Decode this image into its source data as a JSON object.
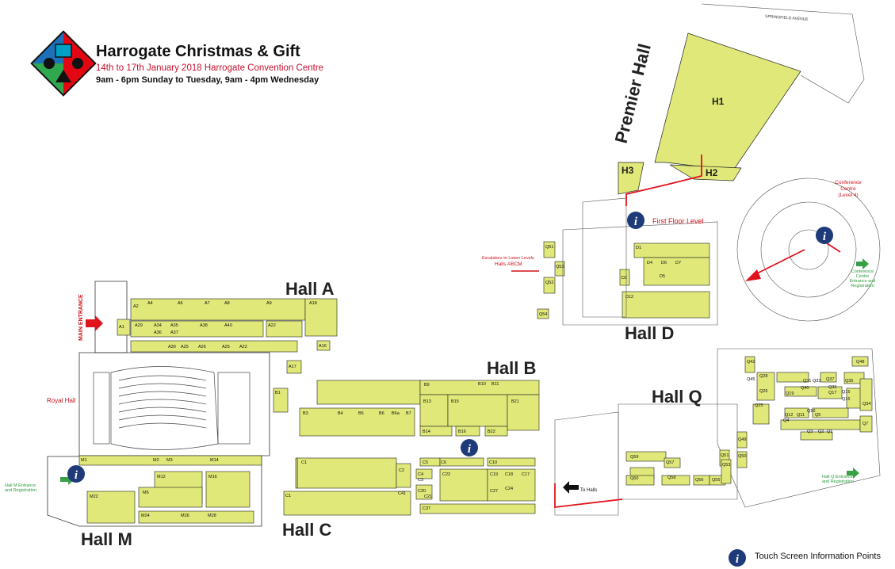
{
  "header": {
    "title": "Harrogate Christmas & Gift",
    "dates_line": "14th to 17th January 2018  Harrogate Convention Centre",
    "hours_line": "9am - 6pm Sunday to Tuesday,  9am - 4pm Wednesday"
  },
  "halls": {
    "premier": "Premier Hall",
    "a": "Hall A",
    "b": "Hall B",
    "c": "Hall C",
    "d": "Hall D",
    "m": "Hall M",
    "q": "Hall Q",
    "h1": "H1",
    "h2": "H2",
    "h3": "H3"
  },
  "labels": {
    "main_entrance": "MAIN ENTRANCE",
    "royal_hall": "Royal Hall",
    "first_floor": "First Floor Level",
    "escalators_1": "Escalators to Lower Levels",
    "escalators_2": "Halls ABCM",
    "conference_1": "Conference",
    "conference_2": "Centre",
    "conference_3": "(Level 4)",
    "conf_entrance_1": "Conference",
    "conf_entrance_2": "Centre",
    "conf_entrance_3": "Entrance and",
    "conf_entrance_4": "Registration",
    "hall_m_entrance_1": "Hall M Entrance",
    "hall_m_entrance_2": "and Registration",
    "hall_q_entrance_1": "Hall Q Entrance",
    "hall_q_entrance_2": "and Registration",
    "to_halls": "To Halls",
    "springfield": "SPRINGFIELD AVENUE",
    "info_glyph": "i"
  },
  "legend": {
    "text": "Touch Screen Information Points"
  },
  "stands": {
    "a": [
      "A2",
      "A4",
      "A6",
      "A7",
      "A8",
      "A9",
      "A18",
      "A1",
      "A29",
      "A34",
      "A35",
      "A38",
      "A40",
      "A22",
      "A36",
      "A37",
      "A30",
      "A25",
      "A26",
      "A25",
      "A22",
      "A16",
      "A17"
    ],
    "b": [
      "B9",
      "B10",
      "B11",
      "B1",
      "B13",
      "B15",
      "B21",
      "B3",
      "B4",
      "B5",
      "B6",
      "B6a",
      "B7",
      "B14",
      "B16",
      "B22"
    ],
    "c": [
      "C1",
      "C2",
      "C5",
      "C6",
      "C10",
      "C4",
      "C3",
      "C22",
      "C19",
      "C18",
      "C17",
      "C27",
      "C24",
      "C20",
      "C21",
      "C41",
      "C1",
      "C37"
    ],
    "d": [
      "D1",
      "D4",
      "D6",
      "D7",
      "D5",
      "D2",
      "D12",
      "Q51",
      "Q52",
      "Q53",
      "Q54"
    ],
    "m": [
      "M1",
      "M2",
      "M3",
      "M14",
      "M12",
      "M16",
      "M6",
      "M22",
      "M24",
      "M26",
      "M28"
    ],
    "q": [
      "Q42",
      "Q48",
      "Q28",
      "Q45",
      "Q26",
      "Q31",
      "Q33",
      "Q37",
      "Q40",
      "Q19",
      "Q17",
      "Q15",
      "Q16",
      "Q35",
      "Q36",
      "Q34",
      "Q25",
      "Q12",
      "Q11",
      "Q10",
      "Q5",
      "Q4",
      "Q3",
      "Q2",
      "Q1",
      "Q7",
      "Q49",
      "Q50",
      "Q51",
      "Q59",
      "Q57",
      "Q60",
      "Q58",
      "Q56",
      "Q55",
      "Q53"
    ]
  },
  "colors": {
    "stand_fill": "#dfe878",
    "route": "#e0141e",
    "info": "#1e3a78",
    "entrance_arrow": "#e0141e",
    "green_arrow": "#3aa048"
  }
}
